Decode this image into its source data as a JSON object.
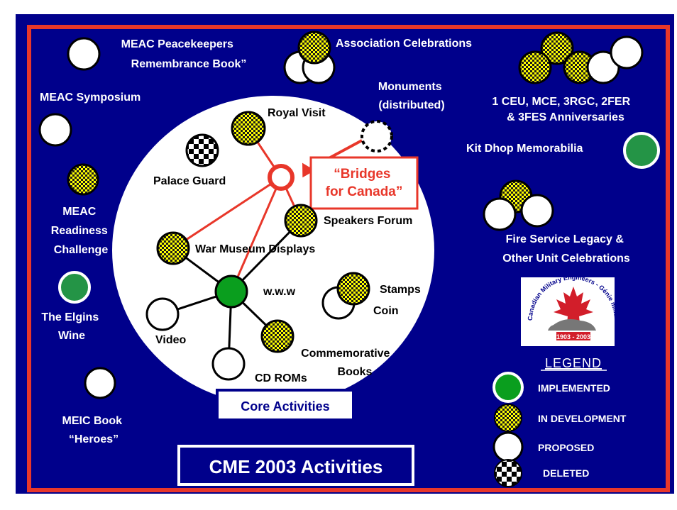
{
  "title": "CME 2003 Activities",
  "core_label": "Core Activities",
  "highlight": [
    "“Bridges",
    "for Canada”"
  ],
  "colors": {
    "background": "#00008B",
    "frame": "#E8372A",
    "implemented": "#249446",
    "in_development": "#FFFF00"
  },
  "outer_items": {
    "peacekeepers": [
      "MEAC Peacekeepers",
      "Remembrance Book”"
    ],
    "celebrations": [
      "Association Celebrations"
    ],
    "symposium": [
      "MEAC Symposium"
    ],
    "monuments": [
      "Monuments",
      "(distributed)"
    ],
    "anniversaries": [
      "1 CEU, MCE, 3RGC, 2FER",
      "& 3FES Anniversaries"
    ],
    "kit_shop": [
      "Kit Dhop Memorabilia"
    ],
    "readiness": [
      "MEAC",
      "Readiness",
      "Challenge"
    ],
    "fire_service": [
      "Fire Service Legacy &",
      "Other Unit Celebrations"
    ],
    "elgins": [
      "The Elgins",
      "Wine"
    ],
    "meic": [
      "MEIC Book",
      "“Heroes”"
    ]
  },
  "core_items": {
    "royal_visit": "Royal Visit",
    "palace_guard": "Palace Guard",
    "speakers_forum": "Speakers Forum",
    "war_museum": "War Museum Displays",
    "www": "w.w.w",
    "stamps": "Stamps",
    "coin": "Coin",
    "video": "Video",
    "commemorative": [
      "Commemorative",
      "Books"
    ],
    "cd_roms": "CD ROMs"
  },
  "logo": {
    "arc_text": "Canadian Military Engineers - Génie militaire canadien",
    "years": "1903 - 2003"
  },
  "legend": {
    "title": "LEGEND",
    "items": [
      "IMPLEMENTED",
      "IN DEVELOPMENT",
      "PROPOSED",
      "DELETED"
    ]
  }
}
